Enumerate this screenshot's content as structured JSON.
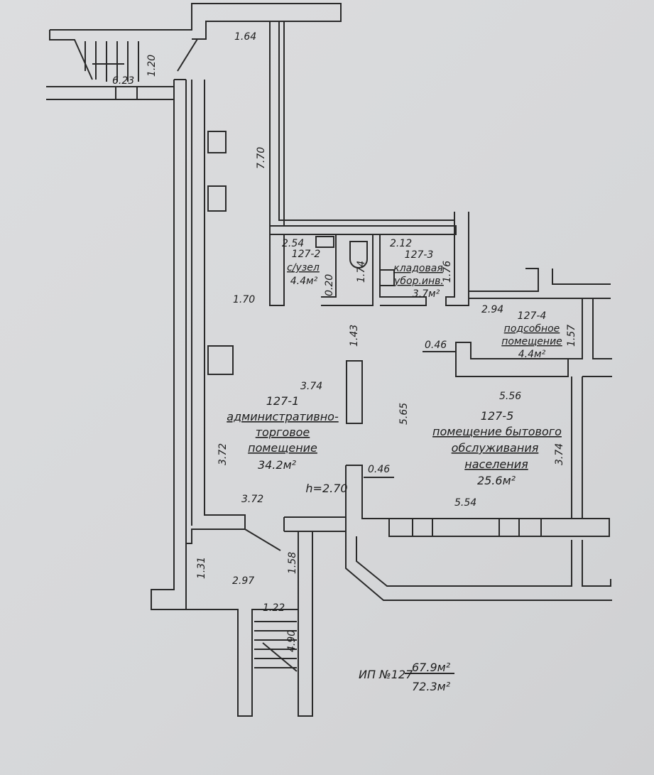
{
  "dimensions": {
    "d1": "1.64",
    "d2": "1.20",
    "d3": "6.23",
    "d4": "7.70",
    "d5": "2.54",
    "d6": "1.74",
    "d7": "0.20",
    "d8": "2.12",
    "d9": "1.76",
    "d10": "1.70",
    "d11": "2.94",
    "d12": "1.57",
    "d13": "0.46",
    "d14": "1.43",
    "d15": "3.74",
    "d16": "5.65",
    "d17": "5.56",
    "d18": "3.72",
    "d19": "3.74",
    "d20": "0.46",
    "d21": "3.72",
    "d22": "5.54",
    "d23": "1.31",
    "d24": "2.97",
    "d25": "1.58",
    "d26": "1.22",
    "d27": "4.90"
  },
  "rooms": [
    {
      "id": "127-1",
      "name_lines": [
        "административно-",
        "торговое",
        "помещение"
      ],
      "area": "34.2м²",
      "height": "h=2.70"
    },
    {
      "id": "127-2",
      "name_lines": [
        "с/узел"
      ],
      "area": "4.4м²"
    },
    {
      "id": "127-3",
      "name_lines": [
        "кладовая",
        "убор.инв."
      ],
      "area": "3.7м²"
    },
    {
      "id": "127-4",
      "name_lines": [
        "подсобное",
        "помещение"
      ],
      "area": "4.4м²"
    },
    {
      "id": "127-5",
      "name_lines": [
        "помещение бытового",
        "обслуживания",
        "населения"
      ],
      "area": "25.6м²"
    }
  ],
  "summary": {
    "label": "ИП №127",
    "area_main": "67.9м²",
    "area_total": "72.3м²"
  }
}
